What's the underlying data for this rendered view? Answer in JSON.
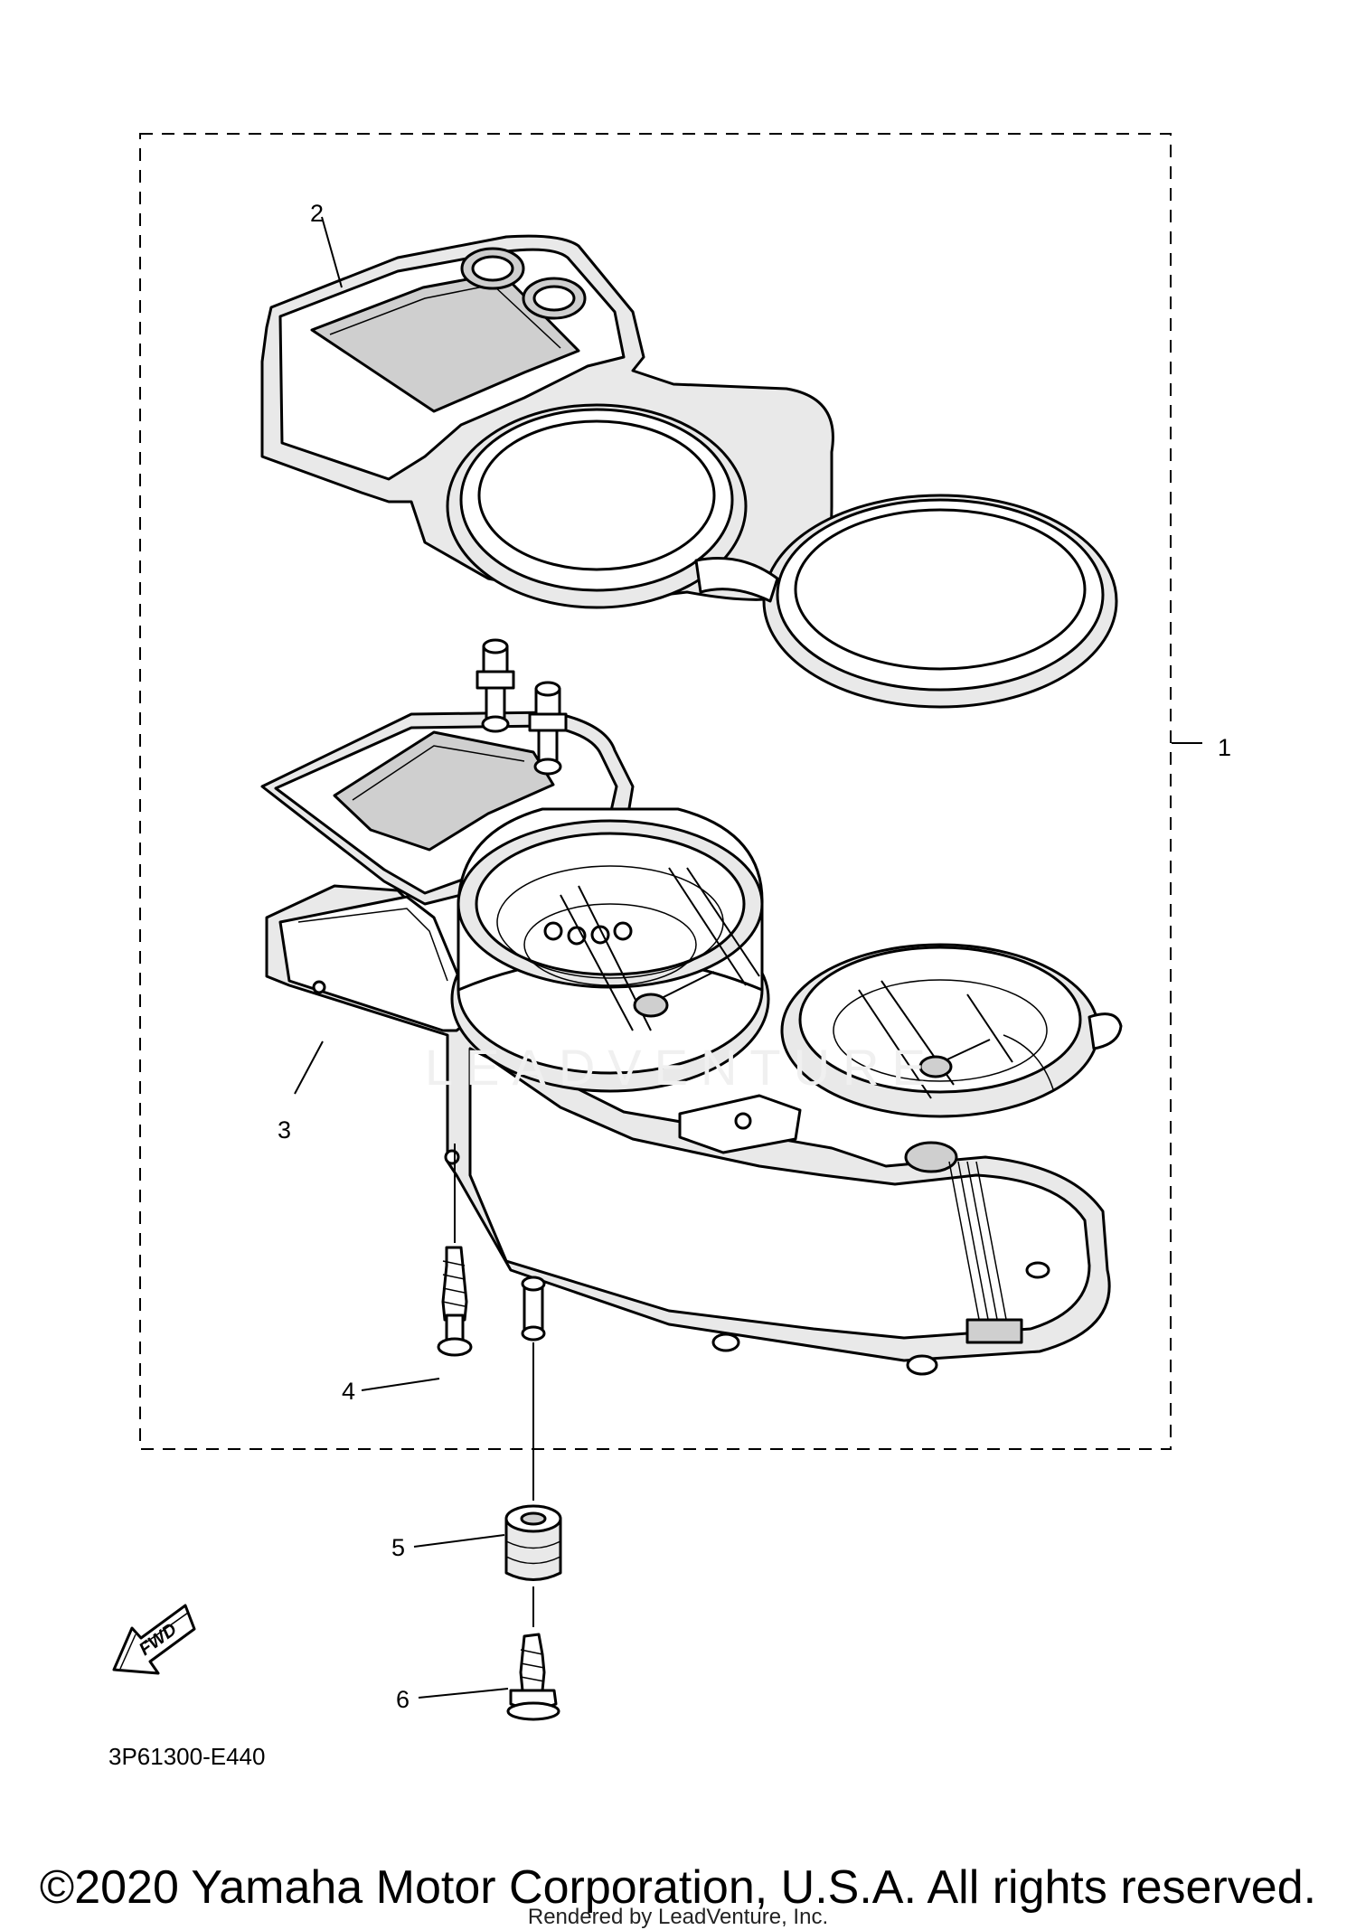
{
  "callouts": [
    {
      "id": "1",
      "label": "1"
    },
    {
      "id": "2",
      "label": "2"
    },
    {
      "id": "3",
      "label": "3"
    },
    {
      "id": "4",
      "label": "4"
    },
    {
      "id": "5",
      "label": "5"
    },
    {
      "id": "6",
      "label": "6"
    }
  ],
  "fwd_label": "FWD",
  "diagram_code": "3P61300-E440",
  "watermark": "LEADVENTURE",
  "copyright": "©2020 Yamaha Motor Corporation, U.S.A. All rights reserved.",
  "rendered_by": "Rendered by LeadVenture, Inc."
}
